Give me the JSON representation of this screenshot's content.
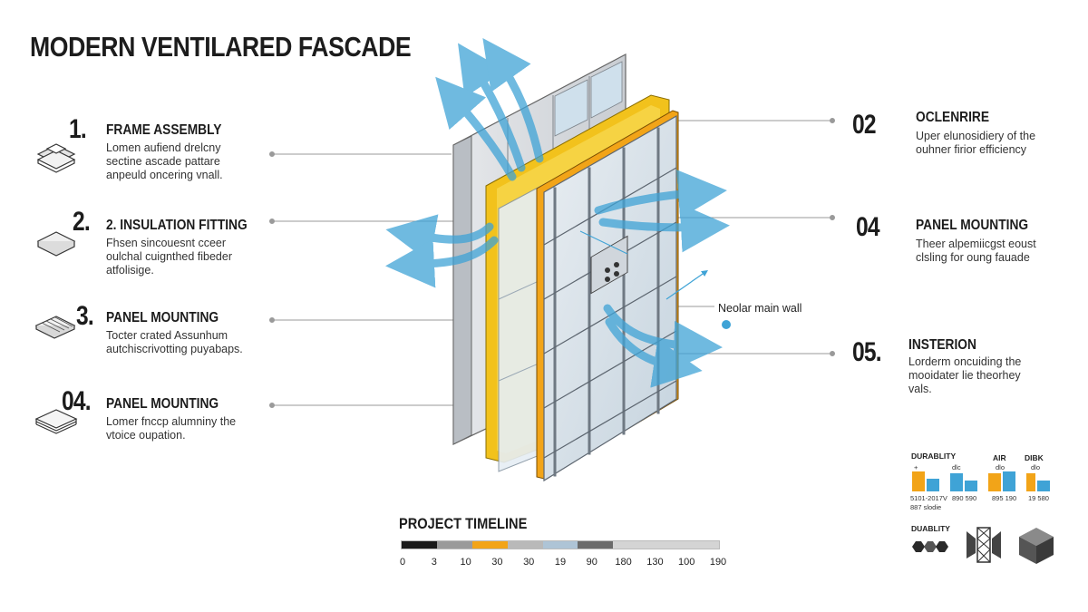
{
  "title": "MODERN VENTILARED FASCADE",
  "steps_left": [
    {
      "num": "1.",
      "heading": "FRAME ASSEMBLY",
      "desc": [
        "Lomen aufiend drelcny",
        "sectine ascade pattare",
        "anpeuld oncering vnall."
      ],
      "icon": "frame-stack-icon"
    },
    {
      "num": "2.",
      "heading": "2. INSULATION FITTING",
      "desc": [
        "Fhsen sincouesnt cceer",
        "oulchal cuignthed fibeder",
        "atfolisige."
      ],
      "icon": "insulation-sheet-icon"
    },
    {
      "num": "3.",
      "heading": "PANEL MOUNTING",
      "desc": [
        "Tocter crated Assunhum",
        "autchiscrivotting puyabaps."
      ],
      "icon": "ribbed-panel-icon"
    },
    {
      "num": "04.",
      "heading": "PANEL MOUNTING",
      "desc": [
        "Lomer fnccp alumniny the",
        "vtoice oupation."
      ],
      "icon": "panel-stack-icon"
    }
  ],
  "steps_right": [
    {
      "num": "02",
      "heading": "OCLENRIRE",
      "desc": [
        "Uper elunosidiery of the",
        "ouhner firior efficiency"
      ]
    },
    {
      "num": "04",
      "heading": "PANEL MOUNTING",
      "desc": [
        "Theer alpemiicgst eoust",
        "clsling for oung fauade"
      ]
    },
    {
      "num": "05.",
      "heading": "INSTERION",
      "desc": [
        "Lorderm oncuiding the",
        "mooidater lie theorhey",
        "vals."
      ]
    }
  ],
  "callout": {
    "label": "Neolar main wall"
  },
  "timeline": {
    "title": "PROJECT TIMELINE",
    "ticks": [
      "0",
      "3",
      "10",
      "30",
      "30",
      "19",
      "90",
      "180",
      "130",
      "100",
      "190"
    ],
    "segments": [
      {
        "color": "#1a1a1a",
        "weight": 1
      },
      {
        "color": "#9a9a9a",
        "weight": 1
      },
      {
        "color": "#f2a418",
        "weight": 1
      },
      {
        "color": "#b9b9b9",
        "weight": 1
      },
      {
        "color": "#aec4d6",
        "weight": 1
      },
      {
        "color": "#6b6b6b",
        "weight": 1
      },
      {
        "color": "#d4d4d4",
        "weight": 3
      }
    ]
  },
  "mini_charts": {
    "labels": [
      "DURABLITY",
      "AIR",
      "DIBK"
    ],
    "top_notes": [
      "+",
      "dlc",
      "dlo",
      "dlo"
    ],
    "bottom_notes": [
      "5101-2017V",
      "887 slodie",
      "890 590",
      "895 190",
      "19 580"
    ],
    "bottom_label": "DUABLITY",
    "colors": {
      "orange": "#f2a418",
      "blue": "#3fa3d6"
    }
  },
  "colors": {
    "accent_yellow": "#f2c21c",
    "accent_orange": "#f2a418",
    "air_blue": "#3fa3d6",
    "frame_gray": "#c9cdd2",
    "panel_blue": "#dbe6ee"
  }
}
